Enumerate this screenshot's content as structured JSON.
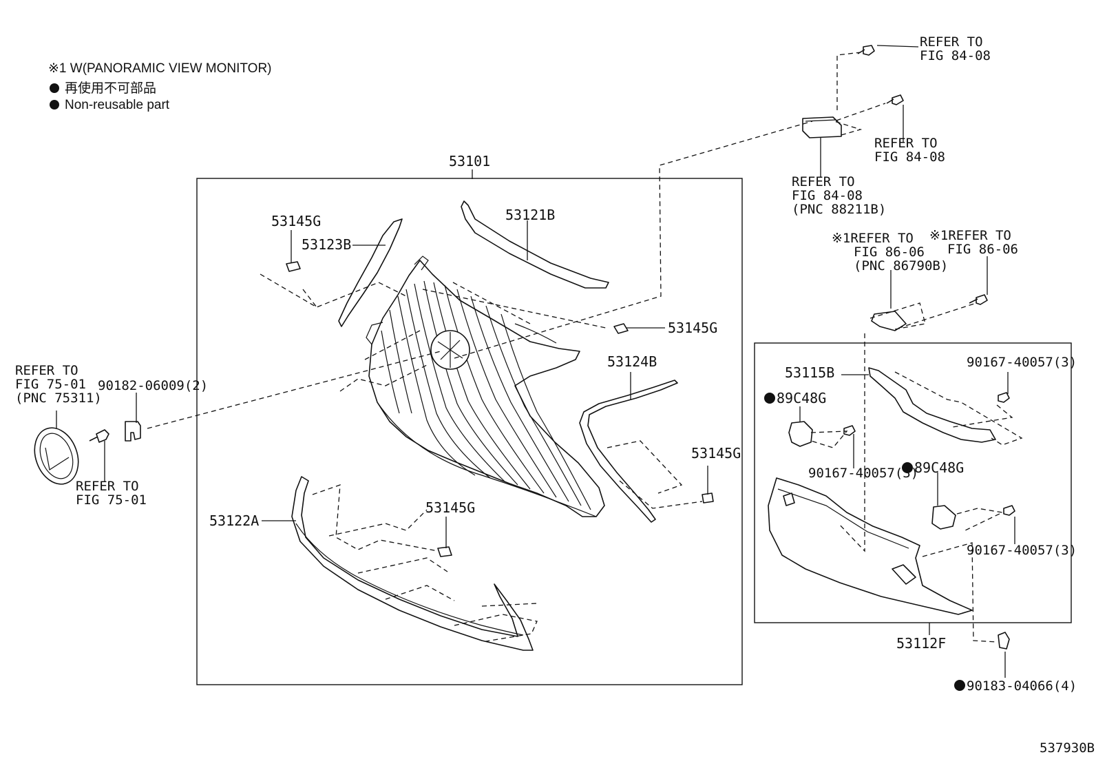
{
  "legend": {
    "option_note": "※1 W(PANORAMIC VIEW MONITOR)",
    "nonreusable_jp": "再使用不可部品",
    "nonreusable_en": "Non-reusable part"
  },
  "callouts": {
    "assembly": "53101",
    "molding_upper": "53121B",
    "molding_left_side": "53123B",
    "molding_right_side": "53124B",
    "molding_lower": "53122A",
    "clip_a": "53145G",
    "clip_b": "53145G",
    "clip_c": "53145G",
    "clip_d": "53145G",
    "retainer_upper": "53115B",
    "bracket_a": "89C48G",
    "bracket_b": "89C48G",
    "screw_a": "90167-40057(3)",
    "screw_b": "90167-40057(3)",
    "screw_c": "90167-40057(3)",
    "nut": "90182-06009(2)",
    "clip_bottom": "90183-04066(4)",
    "support": "53112F",
    "diagram_id": "537930B"
  },
  "refs": {
    "ref_84_top_1": "REFER TO",
    "ref_84_top_2": "FIG 84-08",
    "ref_84_mid_1": "REFER TO",
    "ref_84_mid_2": "FIG 84-08",
    "ref_84_pnc_1": "REFER TO",
    "ref_84_pnc_2": "FIG 84-08",
    "ref_84_pnc_3": "(PNC 88211B)",
    "ref_86_left_1": "※1REFER TO",
    "ref_86_left_2": "FIG 86-06",
    "ref_86_left_3": "(PNC 86790B)",
    "ref_86_right_1": "※1REFER TO",
    "ref_86_right_2": "FIG 86-06",
    "ref_75_emblem_1": "REFER TO",
    "ref_75_emblem_2": "FIG 75-01",
    "ref_75_emblem_3": "(PNC 75311)",
    "ref_75_screw_1": "REFER TO",
    "ref_75_screw_2": "FIG 75-01"
  }
}
